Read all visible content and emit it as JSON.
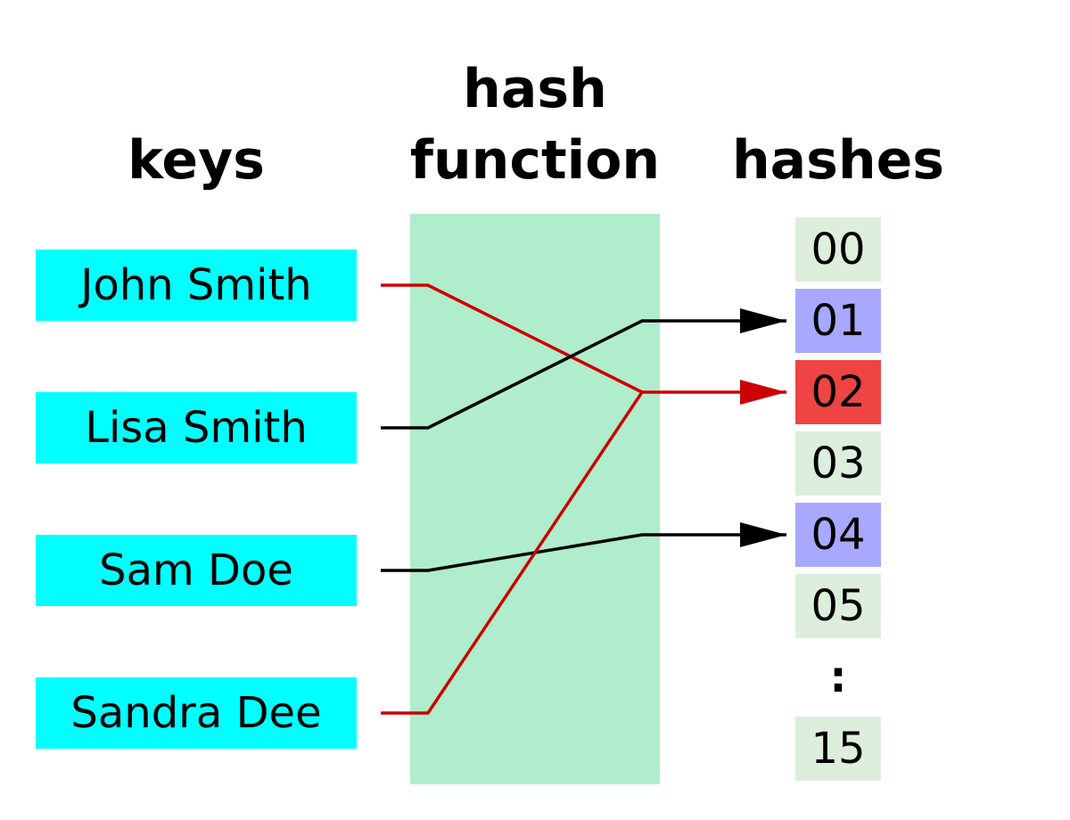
{
  "headings": {
    "keys": "keys",
    "hash_function_line1": "hash",
    "hash_function_line2": "function",
    "hashes": "hashes"
  },
  "keys": [
    "John Smith",
    "Lisa Smith",
    "Sam Doe",
    "Sandra Dee"
  ],
  "buckets": [
    {
      "label": "00",
      "state": "empty"
    },
    {
      "label": "01",
      "state": "used"
    },
    {
      "label": "02",
      "state": "collision"
    },
    {
      "label": "03",
      "state": "empty"
    },
    {
      "label": "04",
      "state": "used"
    },
    {
      "label": "05",
      "state": "empty"
    },
    {
      "label": "15",
      "state": "empty"
    }
  ],
  "ellipsis": ":",
  "mappings": [
    {
      "key": "John Smith",
      "bucket": "02",
      "color": "red"
    },
    {
      "key": "Lisa Smith",
      "bucket": "01",
      "color": "black"
    },
    {
      "key": "Sam Doe",
      "bucket": "04",
      "color": "black"
    },
    {
      "key": "Sandra Dee",
      "bucket": "02",
      "color": "red"
    }
  ],
  "colors": {
    "key_fill": "#00ffff",
    "hash_function_fill": "#afedcc",
    "bucket_empty": "#ddeedd",
    "bucket_used": "#a8a8ff",
    "bucket_collision": "#ee4444",
    "red": "#cc0000",
    "black": "#000000"
  }
}
